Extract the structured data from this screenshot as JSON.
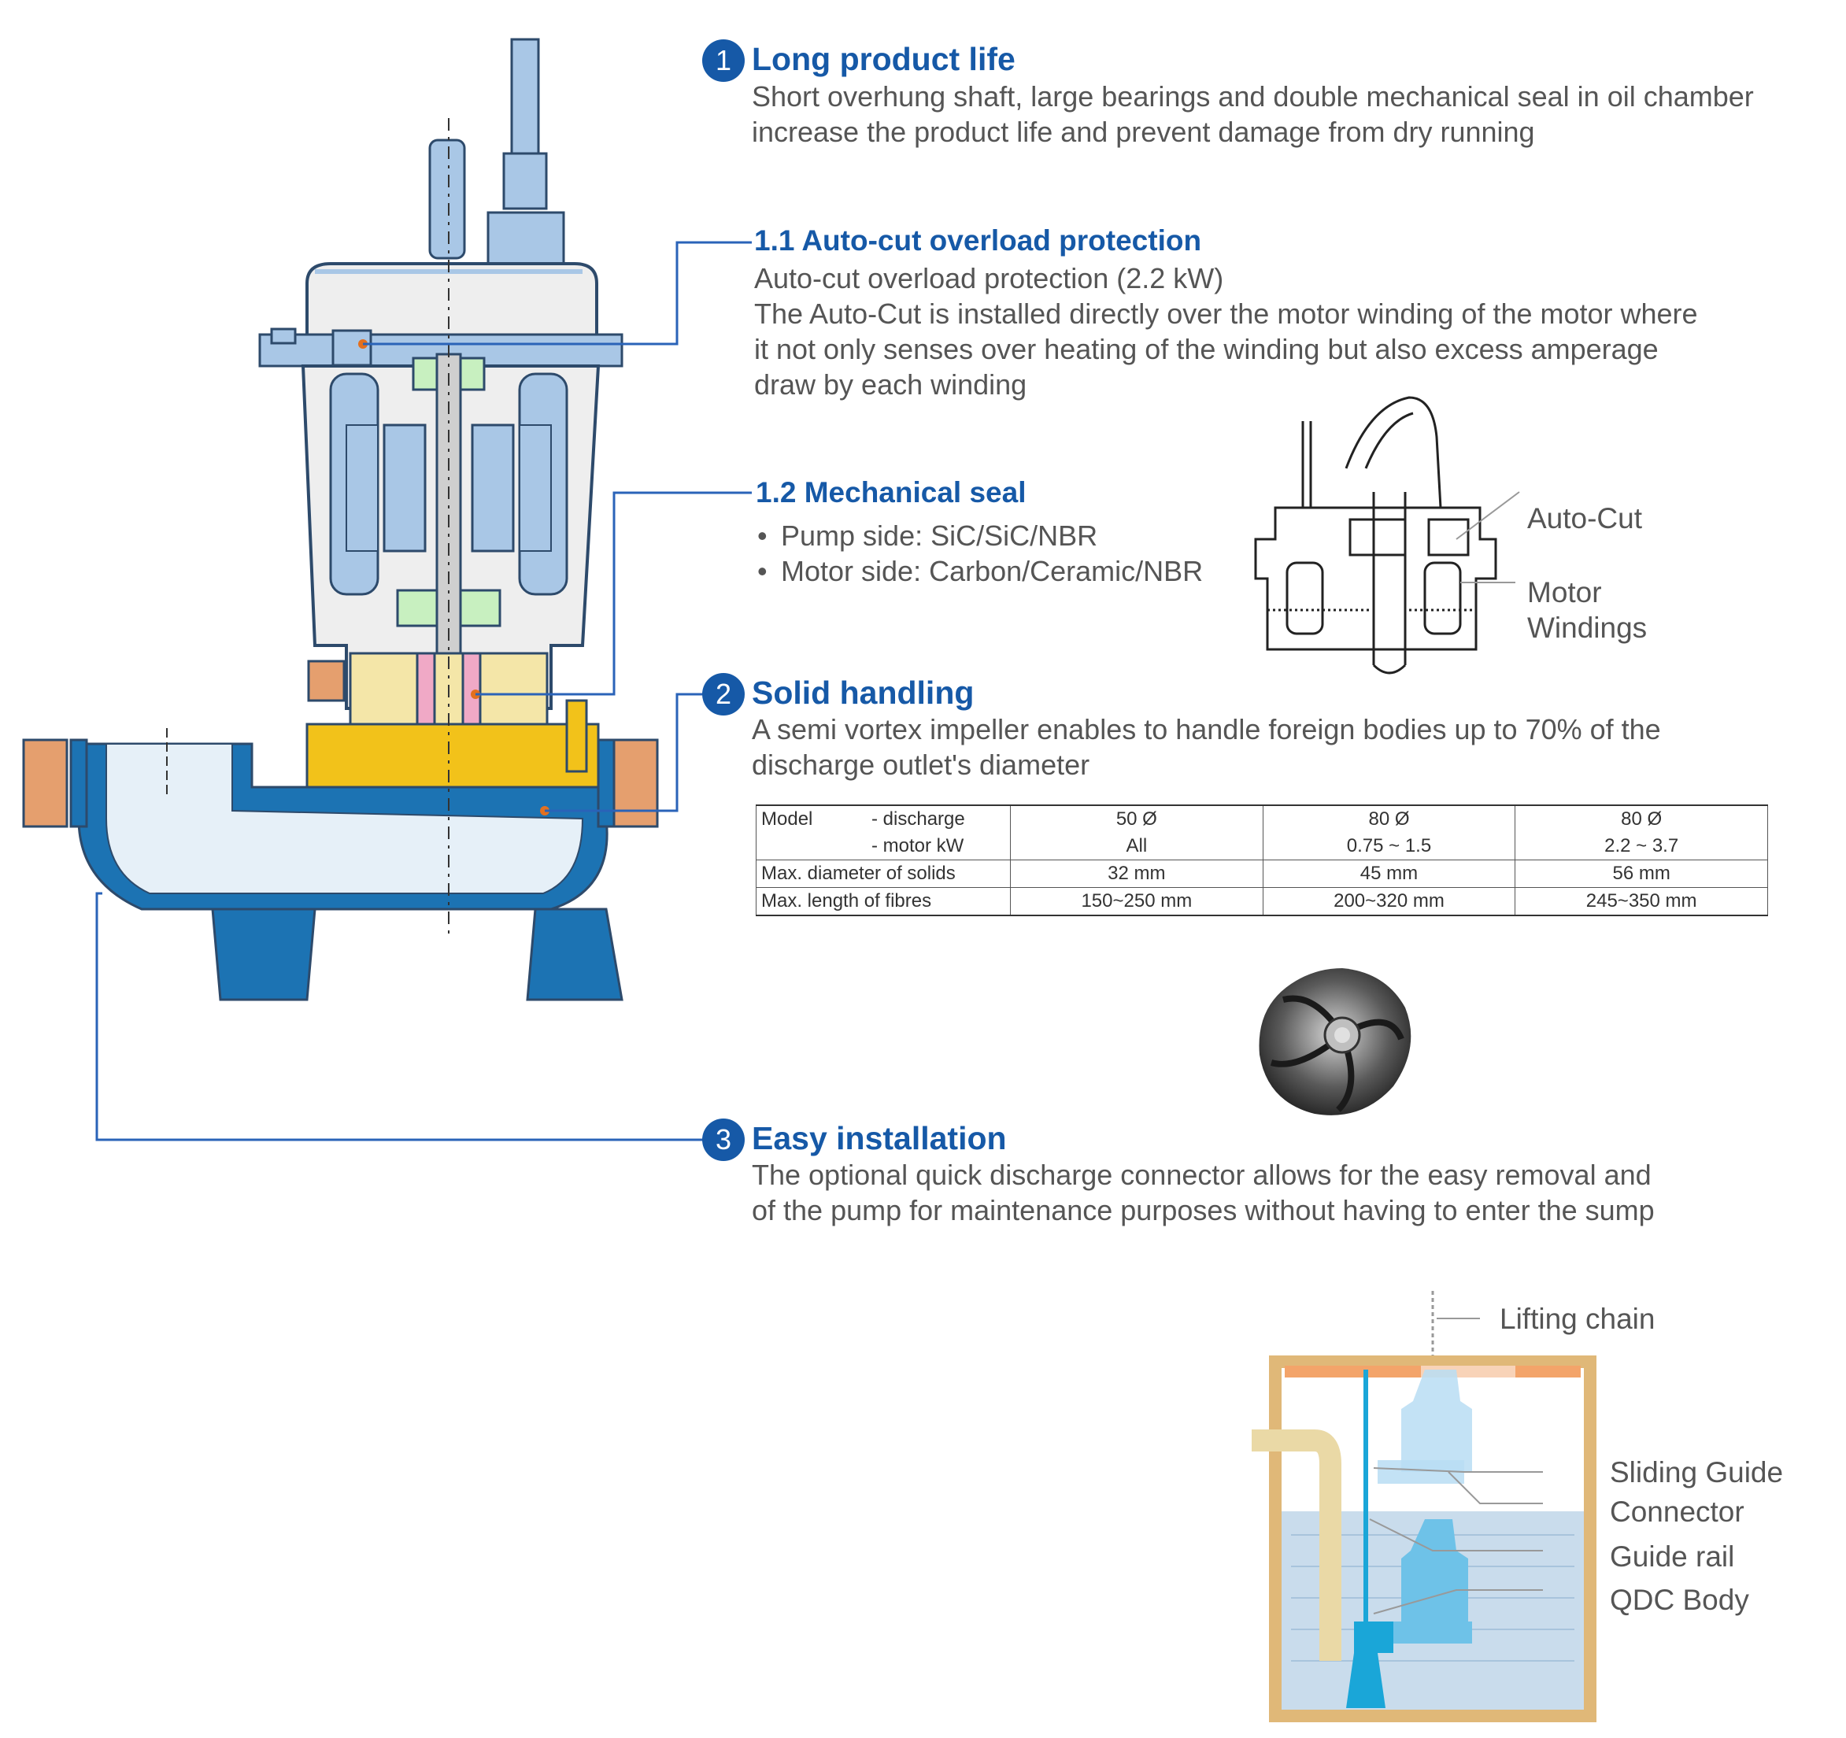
{
  "features": {
    "f1": {
      "num": "1",
      "title": "Long product life",
      "lines": [
        "Short overhung shaft, large bearings and double mechanical seal in oil chamber",
        "increase the product life and prevent damage from dry running"
      ]
    },
    "f11": {
      "title": "1.1 Auto-cut overload protection",
      "lines": [
        "Auto-cut overload protection (2.2 kW)",
        "The Auto-Cut is installed directly over the motor winding of the motor where",
        "it not only senses over heating of the winding but also excess amperage",
        "draw by each winding"
      ]
    },
    "f12": {
      "title": "1.2 Mechanical seal",
      "bullets": [
        "Pump side: SiC/SiC/NBR",
        "Motor side: Carbon/Ceramic/NBR"
      ]
    },
    "f2": {
      "num": "2",
      "title": "Solid handling",
      "lines": [
        "A semi vortex impeller enables to handle foreign bodies up to 70% of the",
        "discharge outlet's diameter"
      ]
    },
    "f3": {
      "num": "3",
      "title": "Easy installation",
      "lines": [
        "The optional quick discharge connector allows for the easy removal and",
        "of the pump for maintenance purposes without having to enter the sump"
      ]
    }
  },
  "motor_labels": {
    "autocut": "Auto-Cut",
    "windings_1": "Motor",
    "windings_2": "Windings"
  },
  "sump_labels": {
    "chain": "Lifting chain",
    "guide": "Sliding Guide",
    "connector": "Connector",
    "rail": "Guide rail",
    "qdc": "QDC Body"
  },
  "table": {
    "row1": {
      "label": "Model",
      "sub1": "- discharge",
      "sub2": "- motor kW",
      "c1a": "50 Ø",
      "c1b": "All",
      "c2a": "80 Ø",
      "c2b": "0.75 ~ 1.5",
      "c3a": "80 Ø",
      "c3b": "2.2 ~ 3.7"
    },
    "row2": {
      "label": "Max. diameter of solids",
      "c1": "32 mm",
      "c2": "45 mm",
      "c3": "56 mm"
    },
    "row3": {
      "label": "Max. length of fibres",
      "c1": "150~250 mm",
      "c2": "200~320 mm",
      "c3": "245~350 mm"
    }
  },
  "colors": {
    "accent": "#1659a7",
    "lead_line": "#2a63b8",
    "marker": "#e3701f",
    "motor_blue": "#a9c7e6",
    "casing_blue": "#1c73b3",
    "yellow": "#f2c21a"
  }
}
